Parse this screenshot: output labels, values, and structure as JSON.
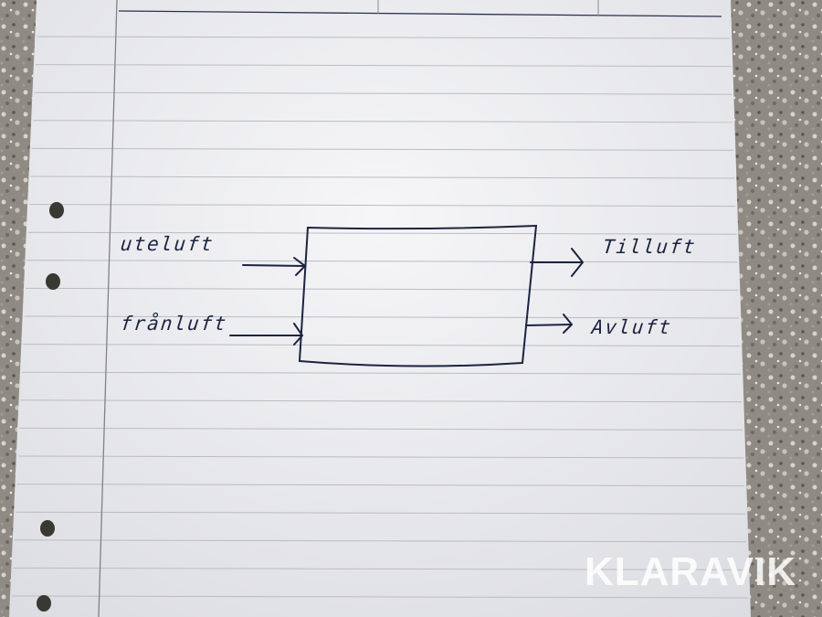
{
  "diagram": {
    "inputs": [
      {
        "label": "uteluft"
      },
      {
        "label": "frånluft"
      }
    ],
    "outputs": [
      {
        "label": "Tilluft"
      },
      {
        "label": "Avluft"
      }
    ]
  },
  "watermark": "KLARAVIK",
  "colors": {
    "ink": "#1c2340",
    "paper": "#f1f1f3",
    "rule": "#b9bcc4"
  }
}
